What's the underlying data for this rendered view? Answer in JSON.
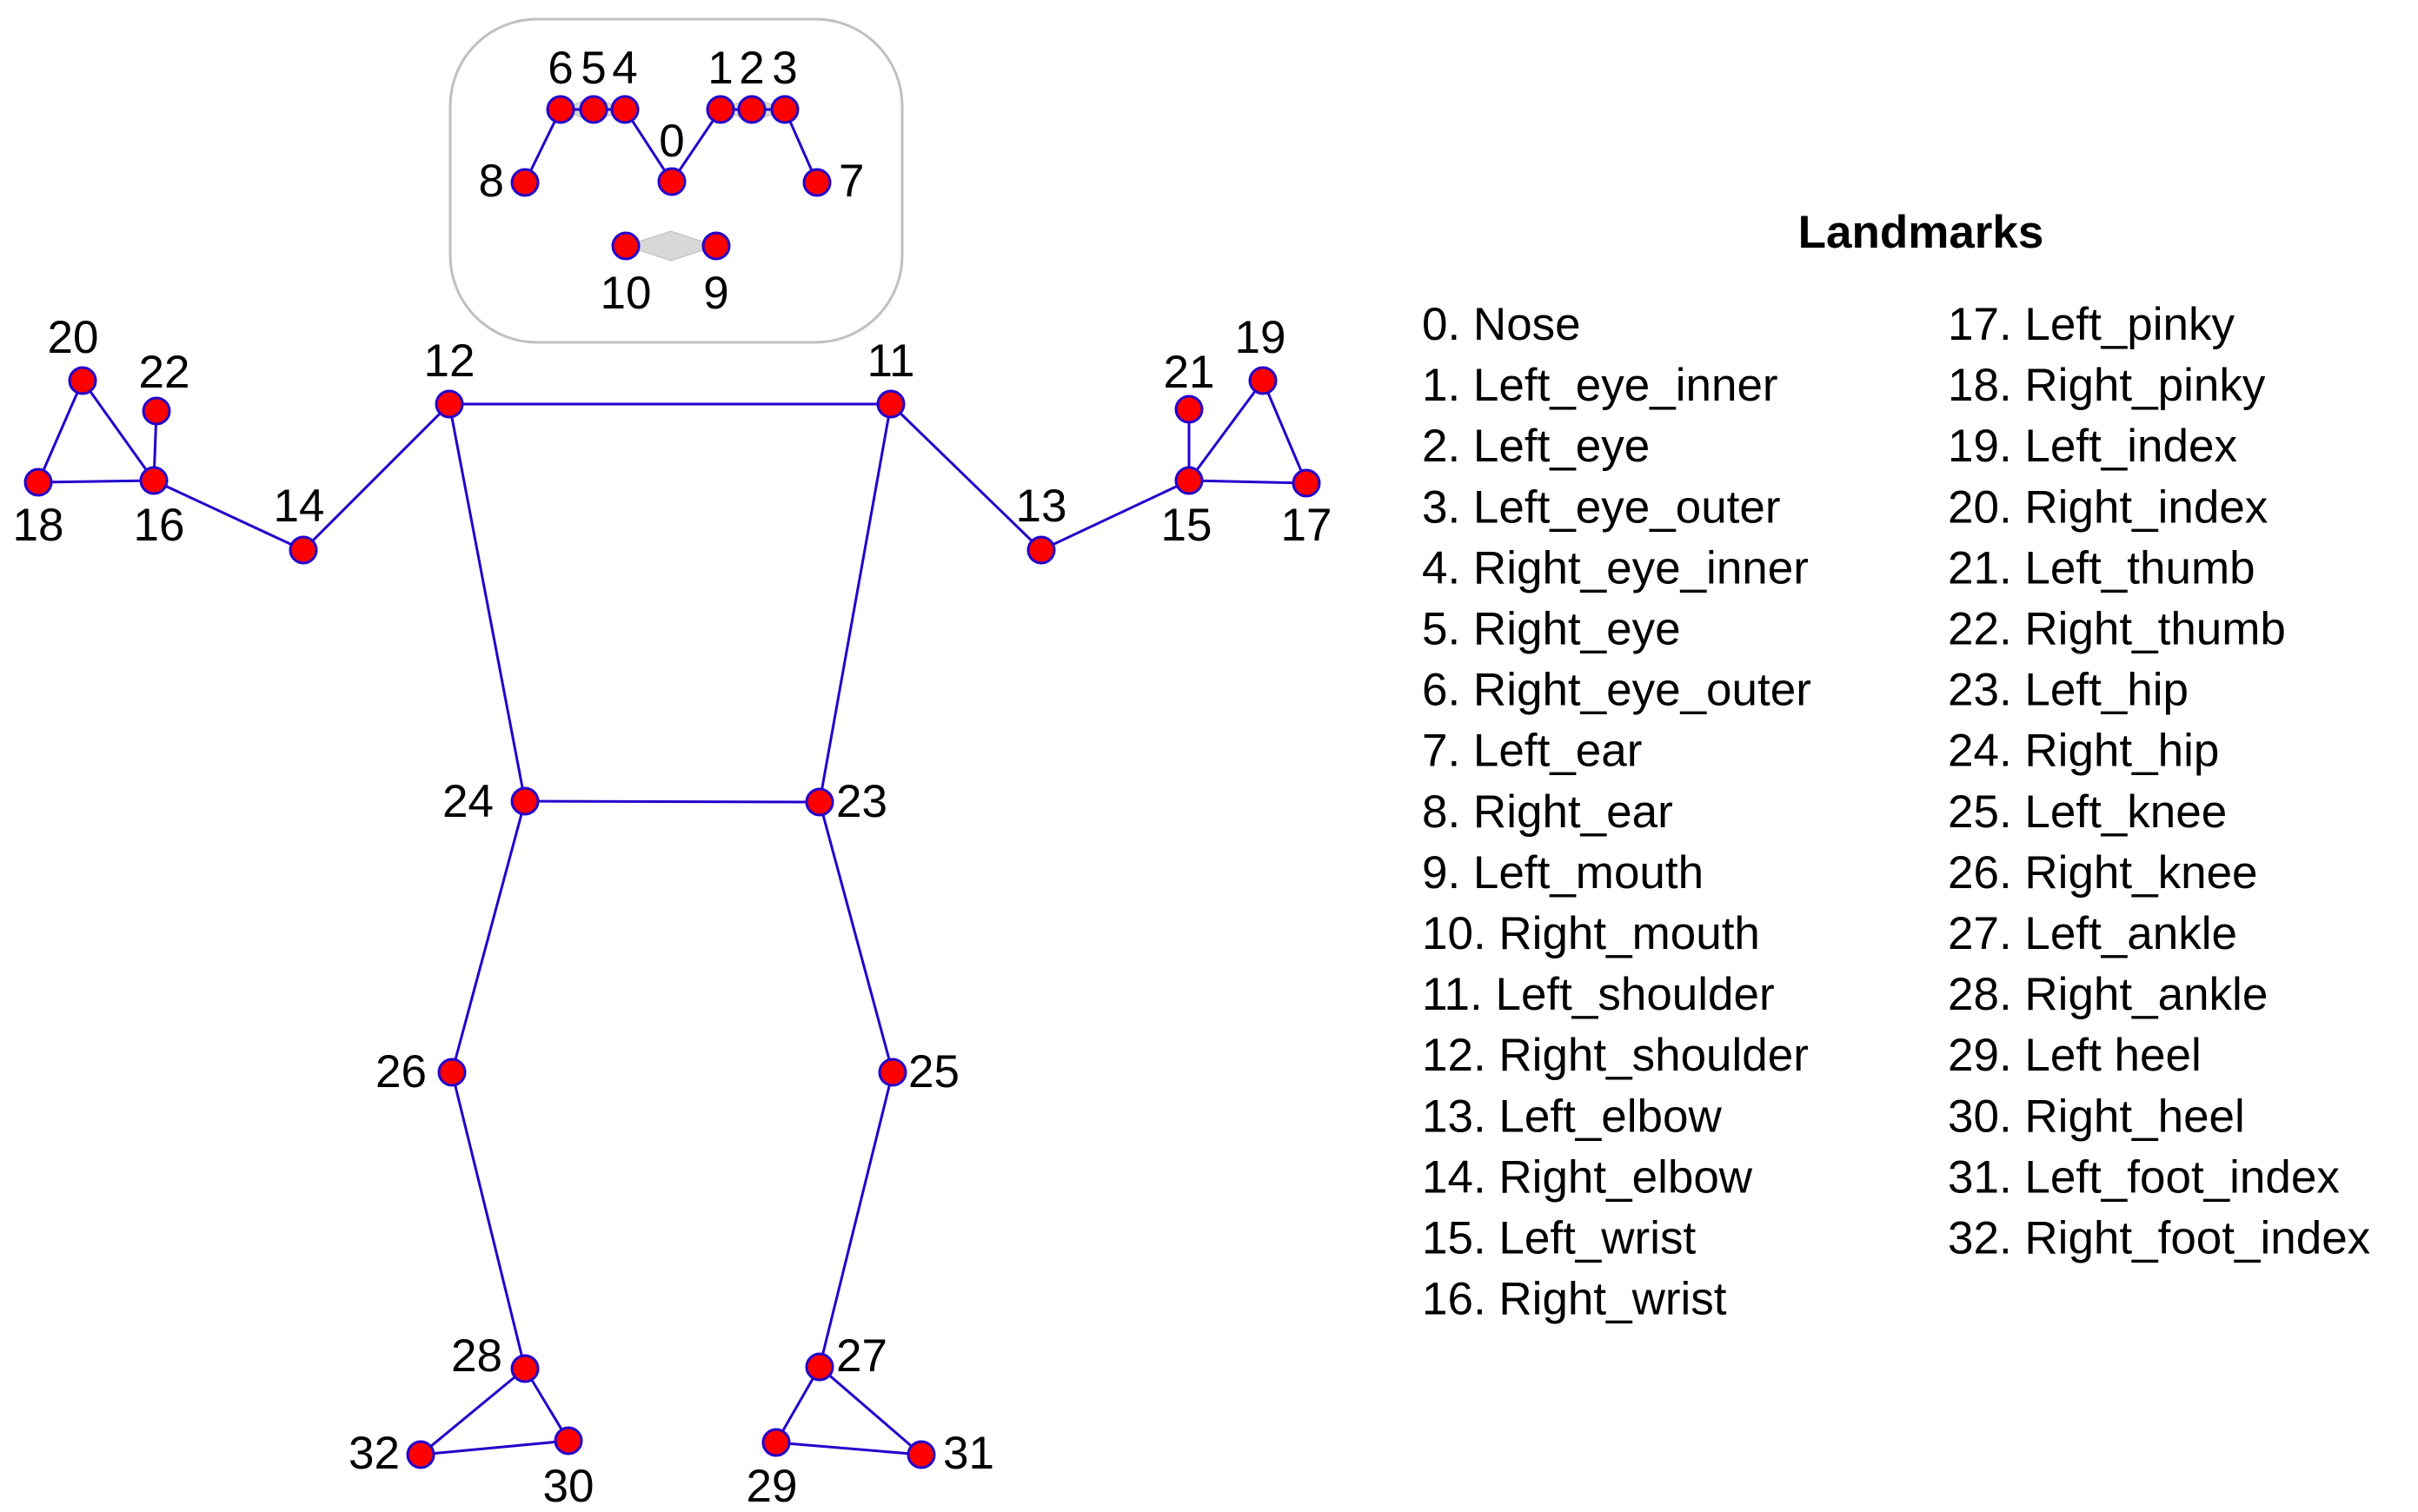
{
  "legend": {
    "title": "Landmarks",
    "items": [
      "0. Nose",
      "1. Left_eye_inner",
      "2. Left_eye",
      "3. Left_eye_outer",
      "4. Right_eye_inner",
      "5. Right_eye",
      "6. Right_eye_outer",
      "7. Left_ear",
      "8. Right_ear",
      "9. Left_mouth",
      "10. Right_mouth",
      "11. Left_shoulder",
      "12. Right_shoulder",
      "13. Left_elbow",
      "14. Right_elbow",
      "15. Left_wrist",
      "16. Right_wrist",
      "17. Left_pinky",
      "18. Right_pinky",
      "19. Left_index",
      "20. Right_index",
      "21. Left_thumb",
      "22. Right_thumb",
      "23. Left_hip",
      "24. Right_hip",
      "25. Left_knee",
      "26. Right_knee",
      "27. Left_ankle",
      "28. Right_ankle",
      "29. Left heel",
      "30. Right_heel",
      "31. Left_foot_index",
      "32. Right_foot_index"
    ]
  },
  "landmark_numbers": [
    "0",
    "1",
    "2",
    "3",
    "4",
    "5",
    "6",
    "7",
    "8",
    "9",
    "10",
    "11",
    "12",
    "13",
    "14",
    "15",
    "16",
    "17",
    "18",
    "19",
    "20",
    "21",
    "22",
    "23",
    "24",
    "25",
    "26",
    "27",
    "28",
    "29",
    "30",
    "31",
    "32"
  ],
  "colors": {
    "node_fill": "#ff0000",
    "node_stroke": "#2200cc",
    "edge": "#2200cc",
    "face_box_stroke": "#c0c0c0",
    "eye_mouth_fill": "#d8d8d8",
    "text": "#000000"
  }
}
